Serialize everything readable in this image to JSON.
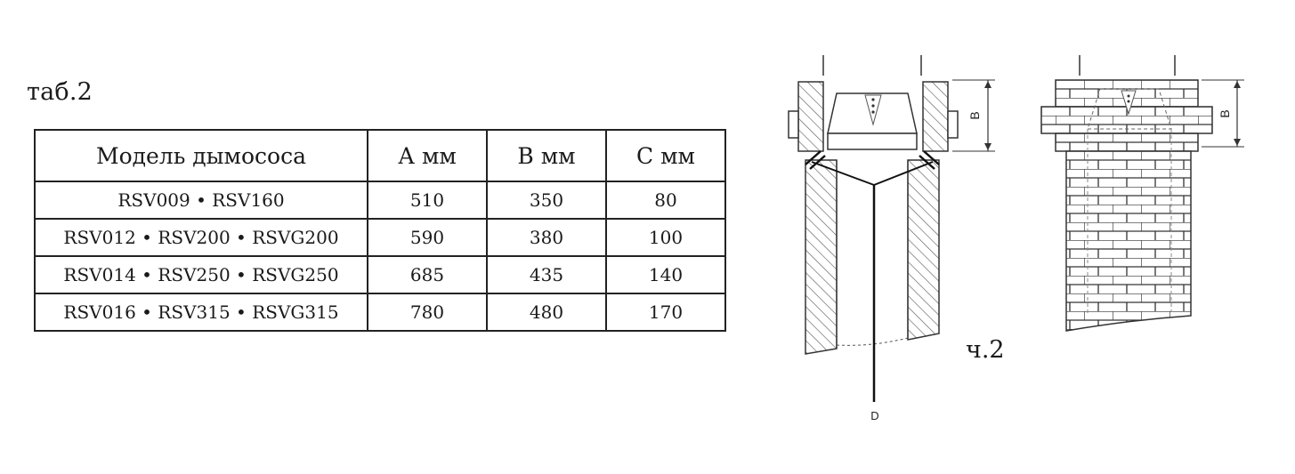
{
  "table_label": "таб.2",
  "table": {
    "headers": [
      "Модель дымососа",
      "А мм",
      "В мм",
      "С мм"
    ],
    "rows": [
      [
        "RSV009 • RSV160",
        "510",
        "350",
        "80"
      ],
      [
        "RSV012 • RSV200 • RSVG200",
        "590",
        "380",
        "100"
      ],
      [
        "RSV014 • RSV250 • RSVG250",
        "685",
        "435",
        "140"
      ],
      [
        "RSV016 • RSV315 • RSVG315",
        "780",
        "480",
        "170"
      ]
    ]
  },
  "figure": {
    "label": "ч.2",
    "dim_label_left": "B",
    "dim_label_right": "B",
    "pointer_label": "D"
  }
}
